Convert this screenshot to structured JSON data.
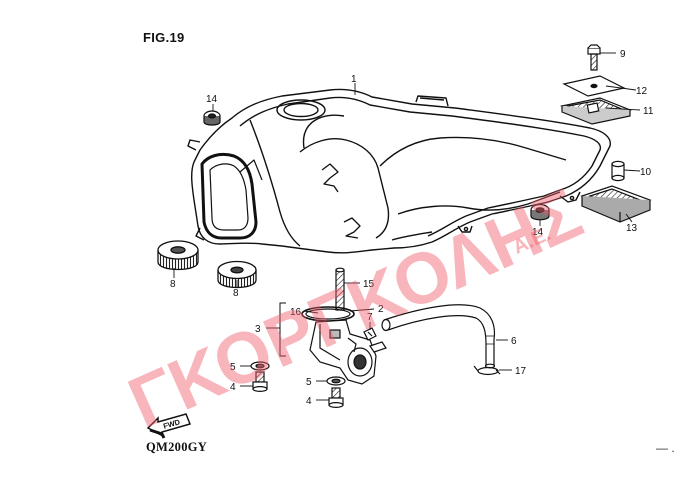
{
  "figure": {
    "title": "FIG.19",
    "model": "QM200GY",
    "corner_mark": "— ."
  },
  "fwd_label": "FWD",
  "watermark": {
    "text": "ΓΚΟΡΓΚΟΛΗΣ",
    "suffix": "Α.Ε."
  },
  "callouts": [
    {
      "id": "1",
      "label": "1"
    },
    {
      "id": "2",
      "label": "2"
    },
    {
      "id": "3",
      "label": "3"
    },
    {
      "id": "4a",
      "label": "4"
    },
    {
      "id": "4b",
      "label": "4"
    },
    {
      "id": "5a",
      "label": "5"
    },
    {
      "id": "5b",
      "label": "5"
    },
    {
      "id": "6",
      "label": "6"
    },
    {
      "id": "7",
      "label": "7"
    },
    {
      "id": "8a",
      "label": "8"
    },
    {
      "id": "8b",
      "label": "8"
    },
    {
      "id": "9",
      "label": "9"
    },
    {
      "id": "10",
      "label": "10"
    },
    {
      "id": "11",
      "label": "11"
    },
    {
      "id": "12",
      "label": "12"
    },
    {
      "id": "13",
      "label": "13"
    },
    {
      "id": "14a",
      "label": "14"
    },
    {
      "id": "14b",
      "label": "14"
    },
    {
      "id": "15",
      "label": "15"
    },
    {
      "id": "16",
      "label": "16"
    },
    {
      "id": "17",
      "label": "17"
    }
  ]
}
